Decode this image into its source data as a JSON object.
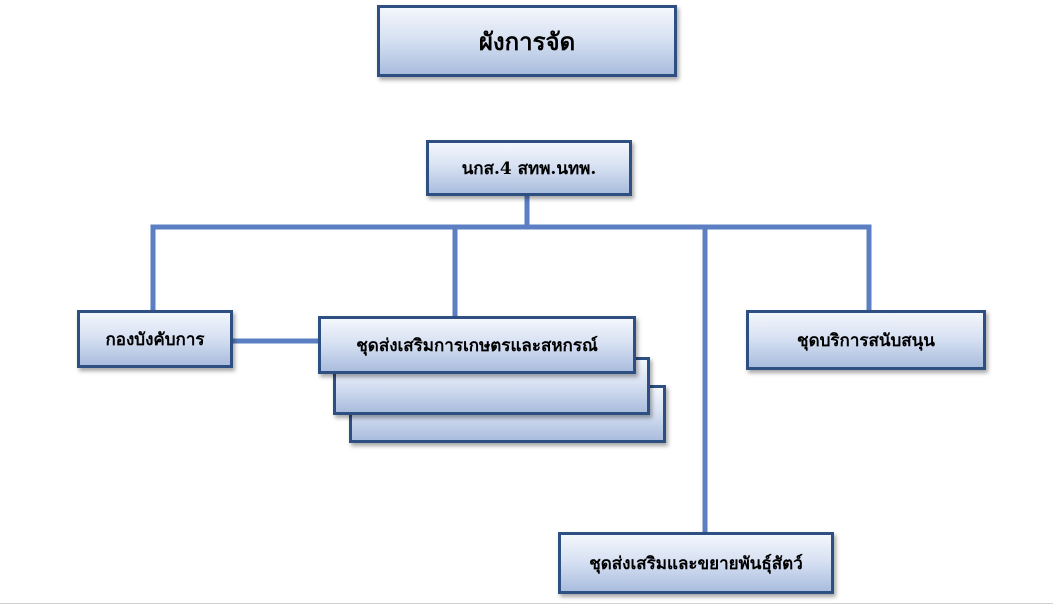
{
  "diagram": {
    "title": "ผังการจัด",
    "root": "นกส.4 สทพ.นทพ.",
    "units": {
      "hq": "กองบังคับการ",
      "agri_coop": "ชุดส่งเสริมการเกษตรและสหกรณ์",
      "support": "ชุดบริการสนับสนุน",
      "livestock": "ชุดส่งเสริมและขยายพันธุ์สัตว์"
    },
    "colors": {
      "line": "#5b7fc2",
      "border": "#2d4f82",
      "fill_top": "#f3f6fc",
      "fill_bottom": "#aabdde"
    }
  }
}
